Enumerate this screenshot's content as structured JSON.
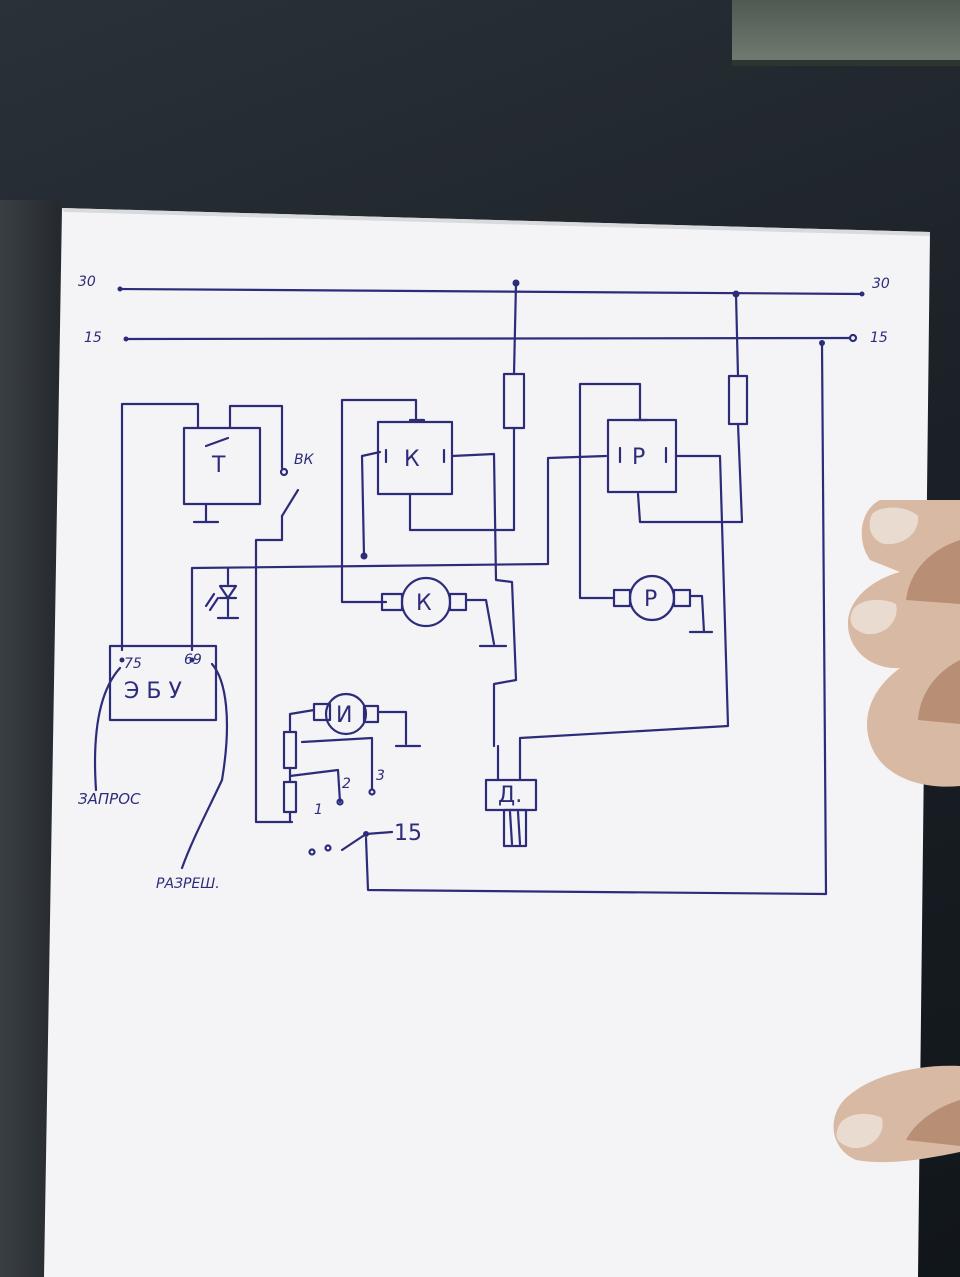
{
  "diagram": {
    "bus_labels": {
      "bus30_left": "30",
      "bus30_right": "30",
      "bus15_left": "15",
      "bus15_right": "15"
    },
    "components": {
      "thermostat": "Т",
      "vk_switch": "ВК",
      "relay_k": "К",
      "relay_p": "Р",
      "motor_k": "К",
      "motor_p": "Р",
      "motor_i": "И",
      "ebu_label": "Э Б У",
      "ebu_pin_75": "75",
      "ebu_pin_69": "69",
      "sensor": "Д.",
      "switch_supply": "15",
      "switch_pos_1": "1",
      "switch_pos_2": "2",
      "switch_pos_3": "3"
    },
    "annotations": {
      "request": "ЗАПРОС",
      "permit": "РАЗРЕШ."
    }
  },
  "colors": {
    "ink": "#2d2c7a",
    "paper": "#f4f4f6",
    "background": "#1c2329"
  }
}
